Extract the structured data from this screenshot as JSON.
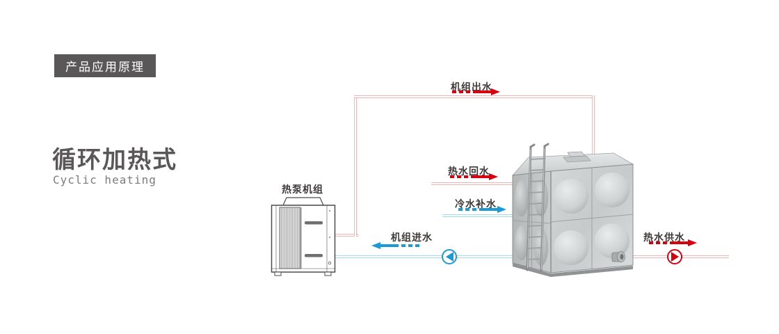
{
  "header": {
    "badge": "产品应用原理",
    "title": "循环加热式",
    "subtitle": "Cyclic heating"
  },
  "diagram": {
    "heat_pump_label": "热泵机组",
    "pipes": [
      {
        "id": "unit-outlet",
        "label": "机组出水",
        "direction": "right",
        "type": "hot"
      },
      {
        "id": "hot-return",
        "label": "热水回水",
        "direction": "right",
        "type": "hot"
      },
      {
        "id": "cold-makeup",
        "label": "冷水补水",
        "direction": "right",
        "type": "cold"
      },
      {
        "id": "unit-inlet",
        "label": "机组进水",
        "direction": "left",
        "type": "cold"
      },
      {
        "id": "hot-supply",
        "label": "热水供水",
        "direction": "right",
        "type": "hot"
      }
    ]
  },
  "colors": {
    "arrow_red": "#d7000f",
    "arrow_blue": "#1a9ad6",
    "pipe_hot": "#f0b5b3",
    "pipe_cold": "#a3d9f0",
    "badge_bg": "#595757",
    "text_dark": "#3e3a39",
    "title_gray": "#595757",
    "subtitle_gray": "#7d7b7b"
  }
}
